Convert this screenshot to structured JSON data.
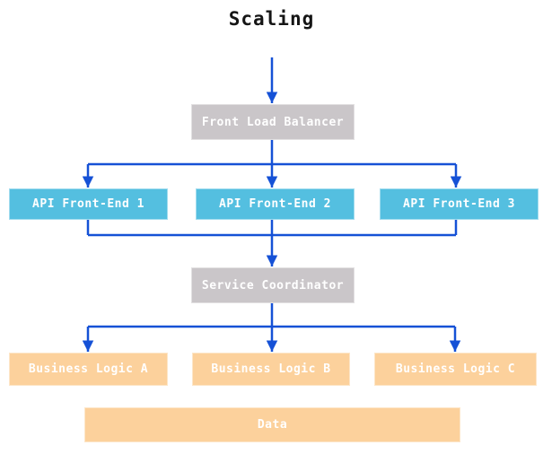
{
  "title": "Scaling",
  "colors": {
    "background": "#ffffff",
    "title_text": "#151515",
    "node_text": "#ffffff",
    "node_gray": "#cac6c9",
    "node_cyan": "#54bfe0",
    "node_orange": "#fcd19c",
    "connector_blue": "#1551d6"
  },
  "nodes": {
    "front_load_balancer": {
      "label": "Front Load Balancer"
    },
    "api_front_end_1": {
      "label": "API Front-End 1"
    },
    "api_front_end_2": {
      "label": "API Front-End 2"
    },
    "api_front_end_3": {
      "label": "API Front-End 3"
    },
    "service_coordinator": {
      "label": "Service Coordinator"
    },
    "business_logic_a": {
      "label": "Business Logic A"
    },
    "business_logic_b": {
      "label": "Business Logic B"
    },
    "business_logic_c": {
      "label": "Business Logic C"
    },
    "data": {
      "label": "Data"
    }
  },
  "edges": [
    {
      "from": "title",
      "to": "front_load_balancer"
    },
    {
      "from": "front_load_balancer",
      "to": "api_front_end_1"
    },
    {
      "from": "front_load_balancer",
      "to": "api_front_end_2"
    },
    {
      "from": "front_load_balancer",
      "to": "api_front_end_3"
    },
    {
      "from": "api_front_end_1",
      "to": "service_coordinator"
    },
    {
      "from": "api_front_end_2",
      "to": "service_coordinator"
    },
    {
      "from": "api_front_end_3",
      "to": "service_coordinator"
    },
    {
      "from": "service_coordinator",
      "to": "business_logic_a"
    },
    {
      "from": "service_coordinator",
      "to": "business_logic_b"
    },
    {
      "from": "service_coordinator",
      "to": "business_logic_c"
    }
  ]
}
